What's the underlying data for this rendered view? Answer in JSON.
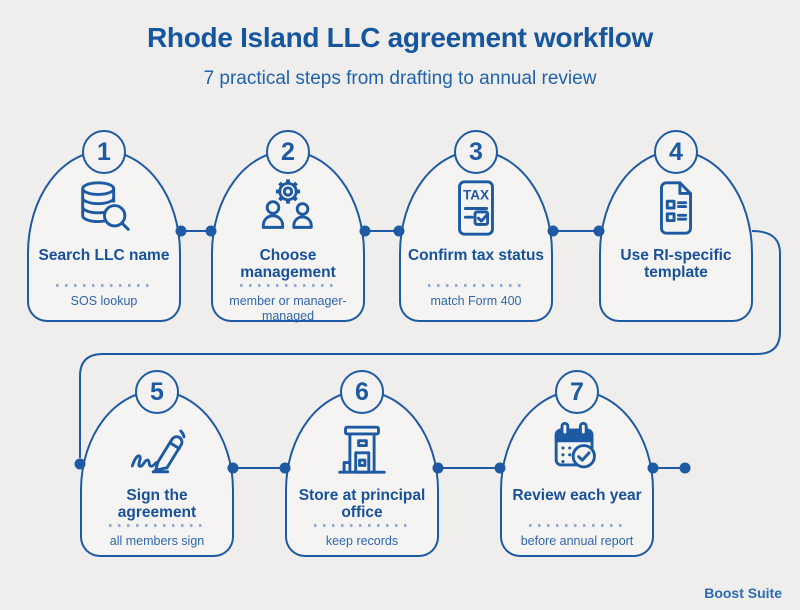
{
  "title": "Rhode Island LLC agreement workflow",
  "subtitle": "7 practical steps from drafting to annual review",
  "brand": "Boost Suite",
  "colors": {
    "background": "#efeeec",
    "card_fill": "#f5f4f2",
    "line_blue": "#1d5aa3",
    "title_blue": "#15569e",
    "subtitle_blue": "#1f63ae",
    "divider_dot_blue": "#8fadd9"
  },
  "steps": [
    {
      "number": "1",
      "title": "Search LLC name",
      "subtitle": "SOS lookup",
      "icon": "database-search-icon"
    },
    {
      "number": "2",
      "title": "Choose management",
      "subtitle": "member or manager-managed",
      "icon": "people-gear-icon"
    },
    {
      "number": "3",
      "title": "Confirm tax status",
      "subtitle": "match Form 400",
      "icon": "tax-document-icon"
    },
    {
      "number": "4",
      "title": "Use RI-specific template",
      "subtitle": "",
      "icon": "template-checklist-icon"
    },
    {
      "number": "5",
      "title": "Sign the agreement",
      "subtitle": "all members sign",
      "icon": "signature-pen-icon"
    },
    {
      "number": "6",
      "title": "Store at principal office",
      "subtitle": "keep records",
      "icon": "office-building-icon"
    },
    {
      "number": "7",
      "title": "Review each year",
      "subtitle": "before annual report",
      "icon": "calendar-check-icon"
    }
  ]
}
